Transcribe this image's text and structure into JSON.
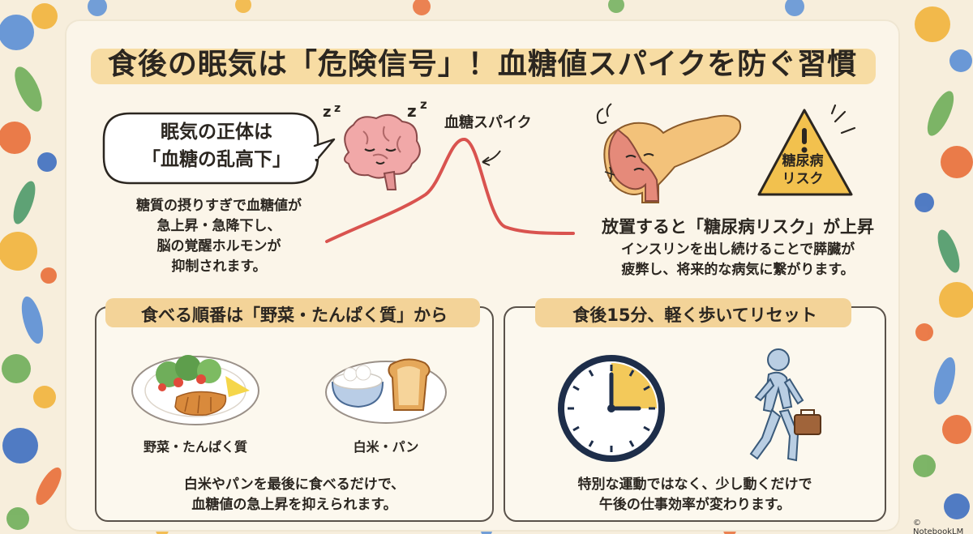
{
  "title": "食後の眠気は「危険信号」！血糖値スパイクを防ぐ習慣",
  "drowsiness": {
    "bubble_line1": "眠気の正体は",
    "bubble_line2": "「血糖の乱高下」",
    "desc_line1": "糖質の摂りすぎで血糖値が",
    "desc_line2": "急上昇・急降下し、",
    "desc_line3": "脳の覚醒ホルモンが",
    "desc_line4": "抑制されます。"
  },
  "spike_label": "血糖スパイク",
  "risk": {
    "badge_line1": "糖尿病",
    "badge_line2": "リスク",
    "heading": "放置すると「糖尿病リスク」が上昇",
    "desc_line1": "インスリンを出し続けることで膵臓が",
    "desc_line2": "疲弊し、将来的な病気に繋がります。"
  },
  "order_panel": {
    "heading": "食べる順番は「野菜・たんぱく質」から",
    "plate1_label": "野菜・たんぱく質",
    "plate2_label": "白米・パン",
    "desc_line1": "白米やパンを最後に食べるだけで、",
    "desc_line2": "血糖値の急上昇を抑えられます。"
  },
  "walk_panel": {
    "heading": "食後15分、軽く歩いてリセット",
    "desc_line1": "特別な運動ではなく、少し動くだけで",
    "desc_line2": "午後の仕事効率が変わります。"
  },
  "credit": "© NotebookLM",
  "colors": {
    "title_highlight": "#f6d796",
    "pill": "#f3d398",
    "curve": "#d9534f",
    "border": "#5a524a",
    "warning": "#f2c14e"
  },
  "icons": [
    "brain-icon",
    "sleep-z-icon",
    "pancreas-icon",
    "warning-icon",
    "salad-plate-icon",
    "rice-bread-plate-icon",
    "clock-icon",
    "walking-person-icon"
  ]
}
